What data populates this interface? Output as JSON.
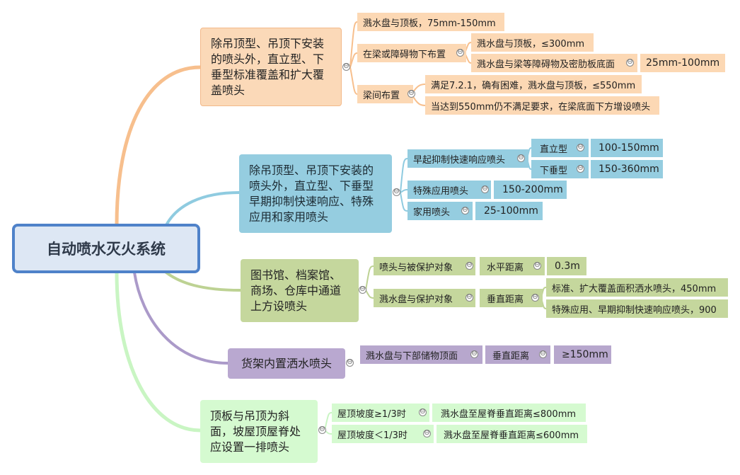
{
  "root": {
    "label": "自动喷水灭火系统"
  },
  "colors": {
    "orange": "#f7bf8d",
    "blue": "#8fcbe0",
    "green": "#bdd293",
    "purple": "#ab9ac9",
    "lightgreen": "#c9f5c3",
    "rootBorder": "#4f82c9"
  },
  "branches": [
    {
      "label": "除吊顶型、吊顶下安装的喷头外，直立型、下垂型标准覆盖和扩大覆盖喷头",
      "items": [
        {
          "label": "溅水盘与顶板，75mm-150mm"
        },
        {
          "label": "在梁或障碍物下布置",
          "items": [
            {
              "label": "溅水盘与顶板，≤300mm"
            },
            {
              "label": "溅水盘与梁等障碍物及密肋板底面",
              "value": "25mm-100mm"
            }
          ]
        },
        {
          "label": "梁间布置",
          "items": [
            {
              "label": "满足7.2.1，确有困难，溅水盘与顶板，≤550mm"
            },
            {
              "label": "当达到550mm仍不满足要求，在梁底面下方增设喷头"
            }
          ]
        }
      ]
    },
    {
      "label": "除吊顶型、吊顶下安装的喷头外，直立型、下垂型早期抑制快速响应、特殊应用和家用喷头",
      "items": [
        {
          "label": "早起抑制快速响应喷头",
          "items": [
            {
              "label": "直立型",
              "value": "100-150mm"
            },
            {
              "label": "下垂型",
              "value": "150-360mm"
            }
          ]
        },
        {
          "label": "特殊应用喷头",
          "value": "150-200mm"
        },
        {
          "label": "家用喷头",
          "value": "25-100mm"
        }
      ]
    },
    {
      "label": "图书馆、档案馆、商场、仓库中通道上方设喷头",
      "items": [
        {
          "label": "喷头与被保护对象",
          "sub": "水平距离",
          "value": "0.3m"
        },
        {
          "label": "溅水盘与保护对象",
          "sub": "垂直距离",
          "values": [
            "标准、扩大覆盖面积洒水喷头，450mm",
            "特殊应用、早期抑制快速响应喷头，900"
          ]
        }
      ]
    },
    {
      "label": "货架内置洒水喷头",
      "items": [
        {
          "label": "溅水盘与下部储物顶面",
          "sub": "垂直距离",
          "value": "≥150mm"
        }
      ]
    },
    {
      "label": "顶板与吊顶为斜面，坡屋顶屋脊处应设置一排喷头",
      "items": [
        {
          "label": "屋顶坡度≥1/3时",
          "value": "溅水盘至屋脊垂直距离≤800mm"
        },
        {
          "label": "屋顶坡度＜1/3时",
          "value": "溅水盘至屋脊垂直距离≤600mm"
        }
      ]
    }
  ],
  "collapse_symbol": "⊖"
}
